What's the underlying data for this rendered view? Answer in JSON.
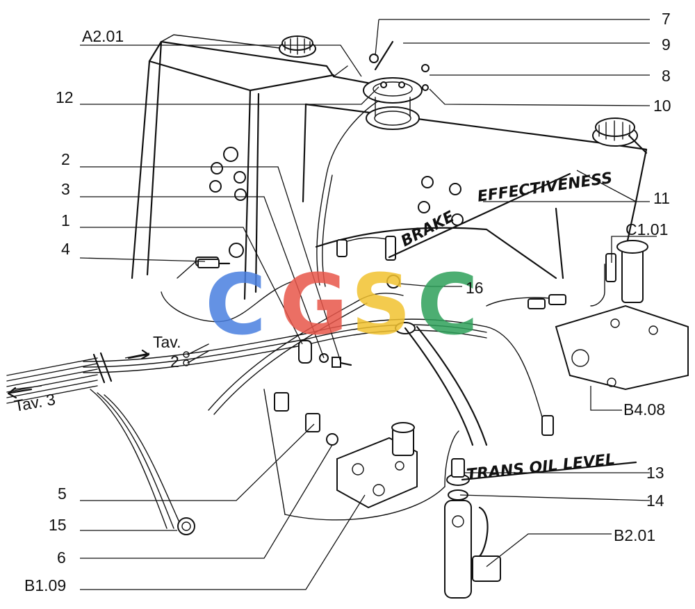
{
  "callouts": {
    "a201": "A2.01",
    "n7": "7",
    "n9": "9",
    "n8": "8",
    "n12": "12",
    "n10": "10",
    "n2": "2",
    "n3": "3",
    "n11": "11",
    "n1": "1",
    "n4": "4",
    "c101": "C1.01",
    "n16": "16",
    "tav2a": "Tav.",
    "tav2b": "2",
    "tav3": "Tav. 3",
    "b408": "B4.08",
    "n5": "5",
    "n13": "13",
    "n14": "14",
    "n15": "15",
    "n6": "6",
    "b201": "B2.01",
    "b109": "B1.09"
  },
  "handwritten": {
    "brake": "BRAKE",
    "effectiveness": "EFFECTIVENESS",
    "trans_oil_level": "TRANS OIL LEVEL"
  },
  "watermark": {
    "text": "CGSC",
    "colors": [
      "#4a7fe0",
      "#e8564a",
      "#f2c230",
      "#2ea05a"
    ]
  }
}
